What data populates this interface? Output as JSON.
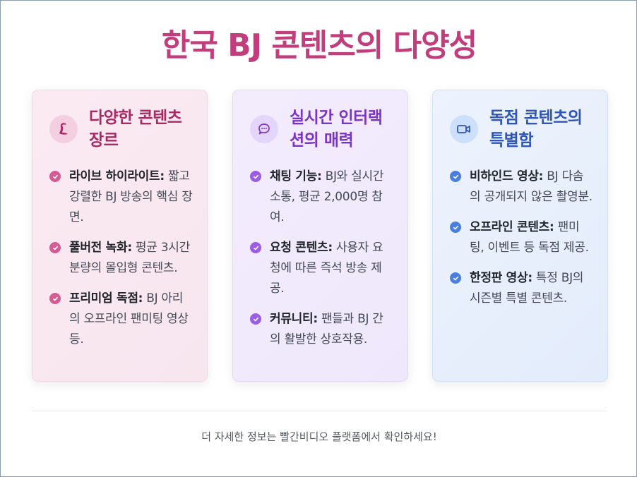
{
  "page": {
    "title": "한국 BJ 콘텐츠의 다양성",
    "footer": "더 자세한 정보는 빨간비디오 플랫폼에서 확인하세요!"
  },
  "colors": {
    "title": "#c23d7b",
    "card1_accent": "#a92a63",
    "card2_accent": "#7b35c4",
    "card3_accent": "#2f55b8"
  },
  "cards": [
    {
      "icon": "theater-mask-icon",
      "title": "다양한 콘텐츠 장르",
      "items": [
        {
          "label": "라이브 하이라이트:",
          "text": " 짧고 강렬한 BJ 방송의 핵심 장면."
        },
        {
          "label": "풀버전 녹화:",
          "text": " 평균 3시간 분량의 몰입형 콘텐츠."
        },
        {
          "label": "프리미엄 독점:",
          "text": " BJ 아리의 오프라인 팬미팅 영상 등."
        }
      ]
    },
    {
      "icon": "chat-bubble-icon",
      "title": "실시간 인터랙션의 매력",
      "items": [
        {
          "label": "채팅 기능:",
          "text": " BJ와 실시간 소통, 평균 2,000명 참여."
        },
        {
          "label": "요청 콘텐츠:",
          "text": " 사용자 요청에 따른 즉석 방송 제공."
        },
        {
          "label": "커뮤니티:",
          "text": " 팬들과 BJ 간의 활발한 상호작용."
        }
      ]
    },
    {
      "icon": "video-camera-icon",
      "title": "독점 콘텐츠의 특별함",
      "items": [
        {
          "label": "비하인드 영상:",
          "text": " BJ 다솜의 공개되지 않은 촬영분."
        },
        {
          "label": "오프라인 콘텐츠:",
          "text": " 팬미팅, 이벤트 등 독점 제공."
        },
        {
          "label": "한정판 영상:",
          "text": " 특정 BJ의 시즌별 특별 콘텐츠."
        }
      ]
    }
  ]
}
